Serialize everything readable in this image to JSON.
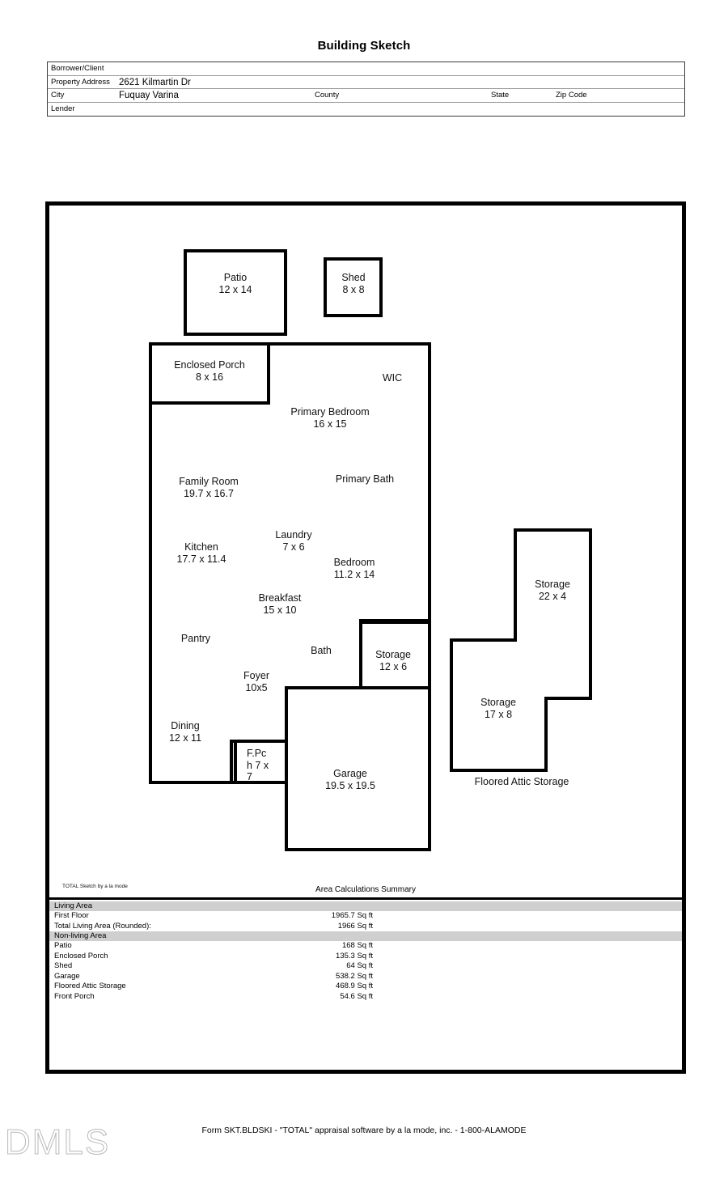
{
  "document": {
    "title": "Building Sketch",
    "footer_note": "Form SKT.BLDSKI - \"TOTAL\" appraisal software by a la mode, inc. - 1-800-ALAMODE",
    "watermark": "DMLS"
  },
  "header_table": {
    "rows": [
      {
        "label": "Borrower/Client",
        "value": ""
      },
      {
        "label": "Property Address",
        "value": "2621 Kilmartin Dr"
      },
      {
        "label": "City",
        "value": "Fuquay Varina"
      },
      {
        "label": "Lender",
        "value": ""
      }
    ],
    "county_label": "County",
    "state_label": "State",
    "zip_label": "Zip Code",
    "county_value": "",
    "state_value": "",
    "zip_value": ""
  },
  "sketch": {
    "credit": "TOTAL Sketch by a la mode",
    "attic_caption": "Floored Attic Storage",
    "rooms": [
      {
        "id": "patio",
        "name": "Patio",
        "dims": "12 x 14",
        "label": "Patio\n12 x 14"
      },
      {
        "id": "shed",
        "name": "Shed",
        "dims": "8 x 8",
        "label": "Shed\n8 x 8"
      },
      {
        "id": "enclosed-porch",
        "name": "Enclosed Porch",
        "dims": "8 x 16",
        "label": "Enclosed Porch\n8 x 16"
      },
      {
        "id": "wic",
        "name": "WIC",
        "dims": "",
        "label": "WIC"
      },
      {
        "id": "primary-bedroom",
        "name": "Primary Bedroom",
        "dims": "16 x 15",
        "label": "Primary Bedroom\n16 x 15"
      },
      {
        "id": "primary-bath",
        "name": "Primary Bath",
        "dims": "",
        "label": "Primary Bath"
      },
      {
        "id": "family-room",
        "name": "Family Room",
        "dims": "19.7 x 16.7",
        "label": "Family Room\n19.7 x 16.7"
      },
      {
        "id": "laundry",
        "name": "Laundry",
        "dims": "7 x 6",
        "label": "Laundry\n7 x 6"
      },
      {
        "id": "kitchen",
        "name": "Kitchen",
        "dims": "17.7 x 11.4",
        "label": "Kitchen\n17.7 x 11.4"
      },
      {
        "id": "bedroom",
        "name": "Bedroom",
        "dims": "11.2 x 14",
        "label": "Bedroom\n11.2 x 14"
      },
      {
        "id": "breakfast",
        "name": "Breakfast",
        "dims": "15 x 10",
        "label": "Breakfast\n15 x 10"
      },
      {
        "id": "pantry",
        "name": "Pantry",
        "dims": "",
        "label": "Pantry"
      },
      {
        "id": "bath",
        "name": "Bath",
        "dims": "",
        "label": "Bath"
      },
      {
        "id": "storage-12x6",
        "name": "Storage",
        "dims": "12 x 6",
        "label": "Storage\n12 x 6"
      },
      {
        "id": "foyer",
        "name": "Foyer",
        "dims": "10x5",
        "label": "Foyer\n10x5"
      },
      {
        "id": "dining",
        "name": "Dining",
        "dims": "12 x 11",
        "label": "Dining\n12 x 11"
      },
      {
        "id": "front-porch",
        "name": "F.Pch",
        "dims": "7 x 7",
        "label": "F.Pc\nh 7 x\n7"
      },
      {
        "id": "garage",
        "name": "Garage",
        "dims": "19.5 x 19.5",
        "label": "Garage\n19.5 x 19.5"
      },
      {
        "id": "storage-22x4",
        "name": "Storage",
        "dims": "22 x 4",
        "label": "Storage\n22 x 4"
      },
      {
        "id": "storage-17x8",
        "name": "Storage",
        "dims": "17 x 8",
        "label": "Storage\n17 x 8"
      }
    ]
  },
  "area_summary": {
    "title": "Area Calculations Summary",
    "sections": [
      {
        "heading": "Living Area",
        "lines": [
          {
            "name": "First Floor",
            "value": "1965.7 Sq ft"
          },
          {
            "name": "Total Living Area (Rounded):",
            "value": "1966 Sq ft"
          }
        ]
      },
      {
        "heading": "Non-living Area",
        "lines": [
          {
            "name": "Patio",
            "value": "168 Sq ft"
          },
          {
            "name": "Enclosed Porch",
            "value": "135.3 Sq ft"
          },
          {
            "name": "Shed",
            "value": "64 Sq ft"
          },
          {
            "name": "Garage",
            "value": "538.2 Sq ft"
          },
          {
            "name": "Floored Attic Storage",
            "value": "468.9 Sq ft"
          },
          {
            "name": "Front Porch",
            "value": "54.6 Sq ft"
          }
        ]
      }
    ]
  },
  "colors": {
    "line": "#000000",
    "section_band": "#cfcfcf",
    "table_border": "#3a3a3a"
  }
}
